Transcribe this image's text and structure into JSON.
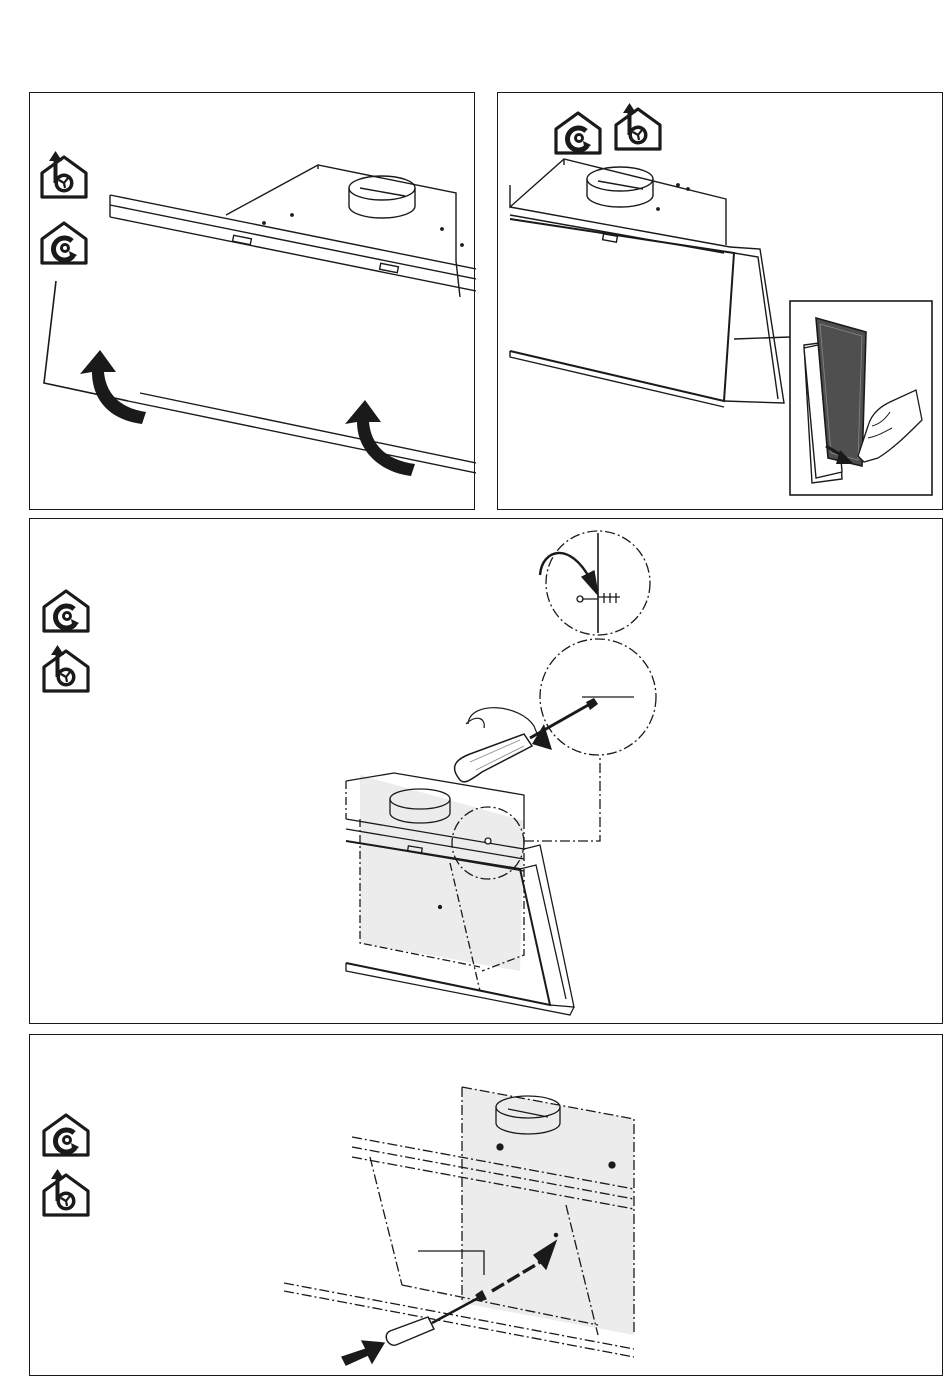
{
  "page": {
    "panels": [
      {
        "id": "panel-1",
        "icons": [
          "ducted-extraction-icon",
          "recirculation-icon"
        ]
      },
      {
        "id": "panel-2",
        "icons": [
          "recirculation-icon",
          "ducted-extraction-icon"
        ]
      },
      {
        "id": "panel-3",
        "icons": [
          "recirculation-icon",
          "ducted-extraction-icon"
        ]
      },
      {
        "id": "panel-4",
        "icons": [
          "recirculation-icon",
          "ducted-extraction-icon"
        ]
      }
    ]
  },
  "colors": {
    "line": "#1a1a1a",
    "shade": "#ededed",
    "filter": "#5a5a5a"
  }
}
